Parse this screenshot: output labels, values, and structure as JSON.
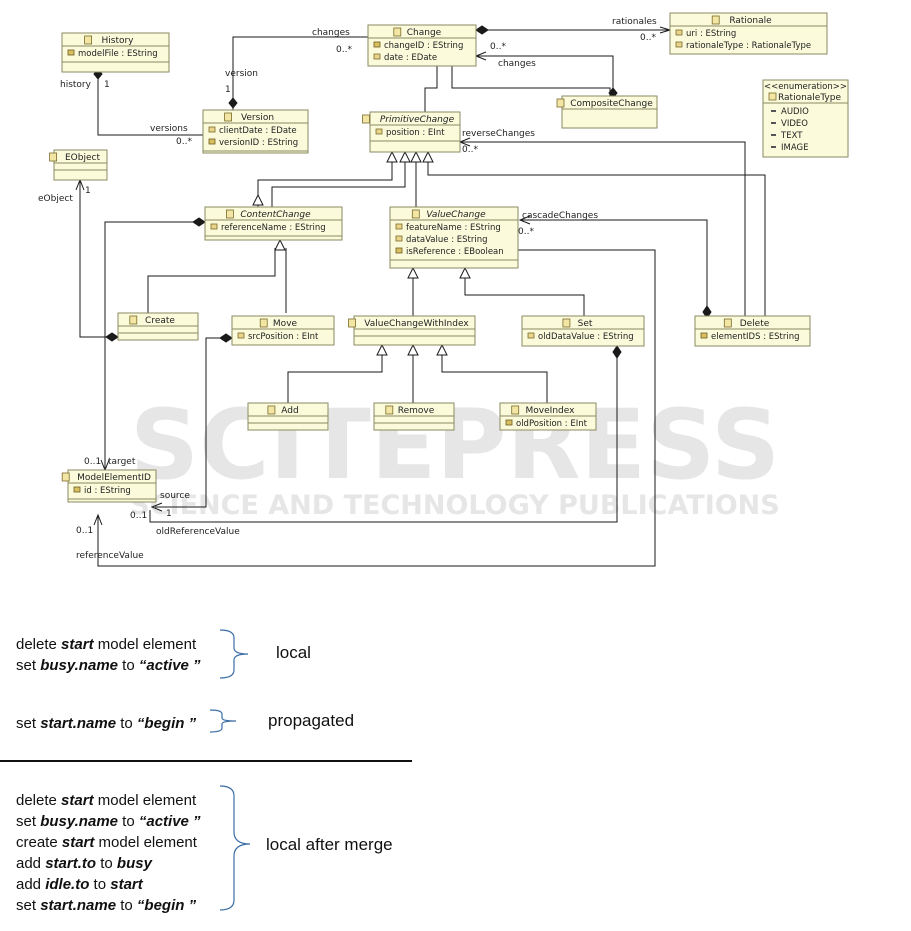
{
  "watermark": {
    "main": "SCITEPRESS",
    "sub": "SCIENCE AND TECHNOLOGY PUBLICATIONS"
  },
  "classes": {
    "history": {
      "name": "History",
      "attrs": [
        "modelFile : EString"
      ]
    },
    "change": {
      "name": "Change",
      "attrs": [
        "changeID : EString",
        "date : EDate"
      ]
    },
    "rationale": {
      "name": "Rationale",
      "attrs": [
        "uri : EString",
        "rationaleType : RationaleType"
      ]
    },
    "version": {
      "name": "Version",
      "attrs": [
        "clientDate : EDate",
        "versionID : EString"
      ]
    },
    "compositechange": {
      "name": "CompositeChange",
      "attrs": []
    },
    "rationaletype": {
      "stereotype": "<<enumeration>>",
      "name": "RationaleType",
      "literals": [
        "AUDIO",
        "VIDEO",
        "TEXT",
        "IMAGE"
      ]
    },
    "primitivechange": {
      "name": "PrimitiveChange",
      "attrs": [
        "position : EInt"
      ]
    },
    "eobject": {
      "name": "EObject",
      "attrs": []
    },
    "contentchange": {
      "name": "ContentChange",
      "attrs": [
        "referenceName : EString"
      ]
    },
    "valuechange": {
      "name": "ValueChange",
      "attrs": [
        "featureName : EString",
        "dataValue : EString",
        "isReference : EBoolean"
      ]
    },
    "create": {
      "name": "Create",
      "attrs": []
    },
    "move": {
      "name": "Move",
      "attrs": [
        "srcPosition : EInt"
      ]
    },
    "valuechangewithindex": {
      "name": "ValueChangeWithIndex",
      "attrs": []
    },
    "set": {
      "name": "Set",
      "attrs": [
        "oldDataValue : EString"
      ]
    },
    "delete": {
      "name": "Delete",
      "attrs": [
        "elementIDS : EString"
      ]
    },
    "add": {
      "name": "Add",
      "attrs": []
    },
    "remove": {
      "name": "Remove",
      "attrs": []
    },
    "moveindex": {
      "name": "MoveIndex",
      "attrs": [
        "oldPosition : EInt"
      ]
    },
    "modelelementid": {
      "name": "ModelElementID",
      "attrs": [
        "id : EString"
      ]
    }
  },
  "relations": {
    "changes": "changes",
    "changes_mult": "0..*",
    "version": "version",
    "version_mult": "1",
    "history": "history",
    "history_mult": "1",
    "versions": "versions",
    "versions_mult": "0..*",
    "rationales": "rationales",
    "rationales_mult": "0..*",
    "changes2": "changes",
    "changes2_mult": "0..*",
    "reverseChanges": "reverseChanges",
    "reverse_mult": "0..*",
    "eObject": "eObject",
    "eobject_mult": "1",
    "cascadeChanges": "cascadeChanges",
    "cascade_mult": "0..*",
    "target": "target",
    "target_mult": "0..1",
    "source": "source",
    "source_mult": "0..1",
    "source_mult2": "1",
    "oldReferenceValue": "oldReferenceValue",
    "ref_mult": "0..1",
    "referenceValue": "referenceValue"
  },
  "ops_local": [
    [
      [
        "delete ",
        false
      ],
      [
        "start",
        true
      ],
      [
        " model element",
        false
      ]
    ],
    [
      [
        "set ",
        false
      ],
      [
        "busy.name",
        true
      ],
      [
        " to ",
        false
      ],
      [
        "“active ”",
        true
      ]
    ]
  ],
  "ops_propagated": [
    [
      [
        "set ",
        false
      ],
      [
        "start.name",
        true
      ],
      [
        " to ",
        false
      ],
      [
        "“begin ”",
        true
      ]
    ]
  ],
  "ops_merged": [
    [
      [
        "delete ",
        false
      ],
      [
        "start",
        true
      ],
      [
        " model element",
        false
      ]
    ],
    [
      [
        "set ",
        false
      ],
      [
        "busy.name",
        true
      ],
      [
        " to ",
        false
      ],
      [
        "“active ”",
        true
      ]
    ],
    [
      [
        "create ",
        false
      ],
      [
        "start",
        true
      ],
      [
        " model element",
        false
      ]
    ],
    [
      [
        "add ",
        false
      ],
      [
        "start.to",
        true
      ],
      [
        " to ",
        false
      ],
      [
        "busy",
        true
      ]
    ],
    [
      [
        "add ",
        false
      ],
      [
        "idle.to",
        true
      ],
      [
        " to ",
        false
      ],
      [
        "start",
        true
      ]
    ],
    [
      [
        "set ",
        false
      ],
      [
        "start.name",
        true
      ],
      [
        " to ",
        false
      ],
      [
        "“begin ”",
        true
      ]
    ]
  ],
  "labels": {
    "local": "local",
    "propagated": "propagated",
    "merged": "local after merge"
  }
}
